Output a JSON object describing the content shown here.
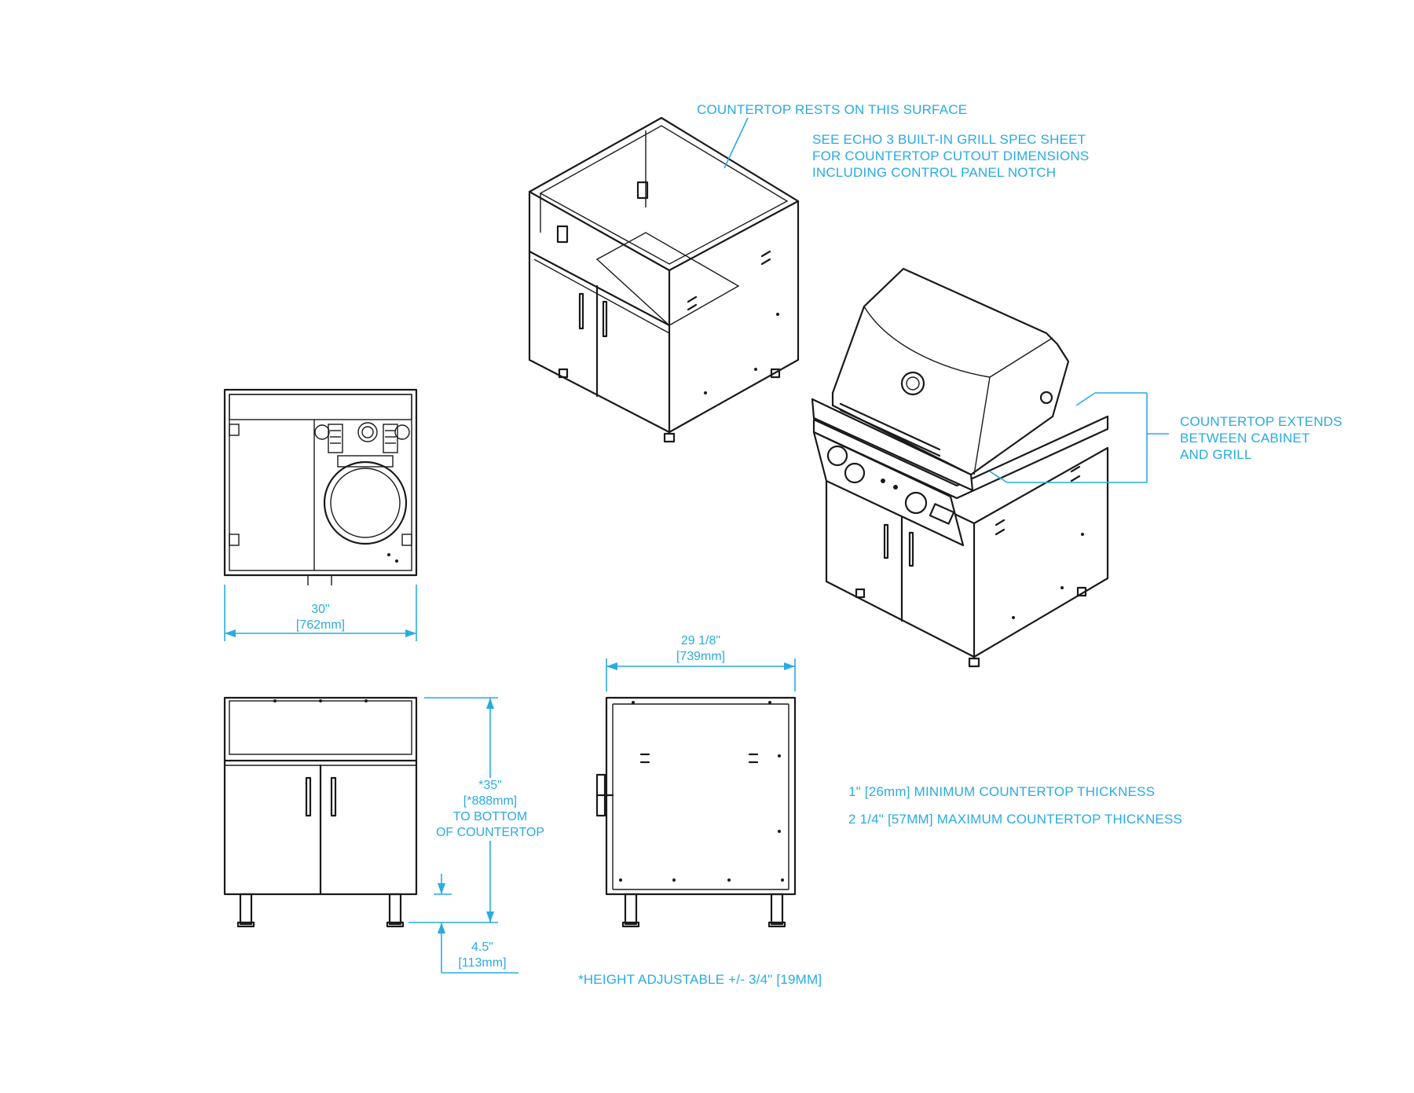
{
  "notes": {
    "countertop_rests": "COUNTERTOP RESTS ON THIS SURFACE",
    "spec_sheet": [
      "SEE ECHO 3 BUILT-IN GRILL SPEC SHEET",
      "FOR COUNTERTOP CUTOUT DIMENSIONS",
      "INCLUDING CONTROL PANEL NOTCH"
    ],
    "countertop_extends": [
      "COUNTERTOP EXTENDS",
      "BETWEEN CABINET",
      "AND GRILL"
    ],
    "min_thickness": "1\" [26mm] MINIMUM COUNTERTOP THICKNESS",
    "max_thickness": "2 1/4\" [57MM] MAXIMUM COUNTERTOP THICKNESS",
    "height_adjustable": "*HEIGHT ADJUSTABLE +/- 3/4\" [19MM]"
  },
  "dimensions": {
    "width": {
      "imperial": "30\"",
      "metric": "[762mm]"
    },
    "depth": {
      "imperial": "29 1/8\"",
      "metric": "[739mm]"
    },
    "height": {
      "imperial": "*35\"",
      "metric": "[*888mm]",
      "desc_line1": "TO BOTTOM",
      "desc_line2": "OF COUNTERTOP"
    },
    "leg": {
      "imperial": "4.5\"",
      "metric": "[113mm]"
    }
  },
  "colors": {
    "annotation": "#29abe2",
    "linework": "#1a1a1a",
    "background": "#ffffff"
  }
}
